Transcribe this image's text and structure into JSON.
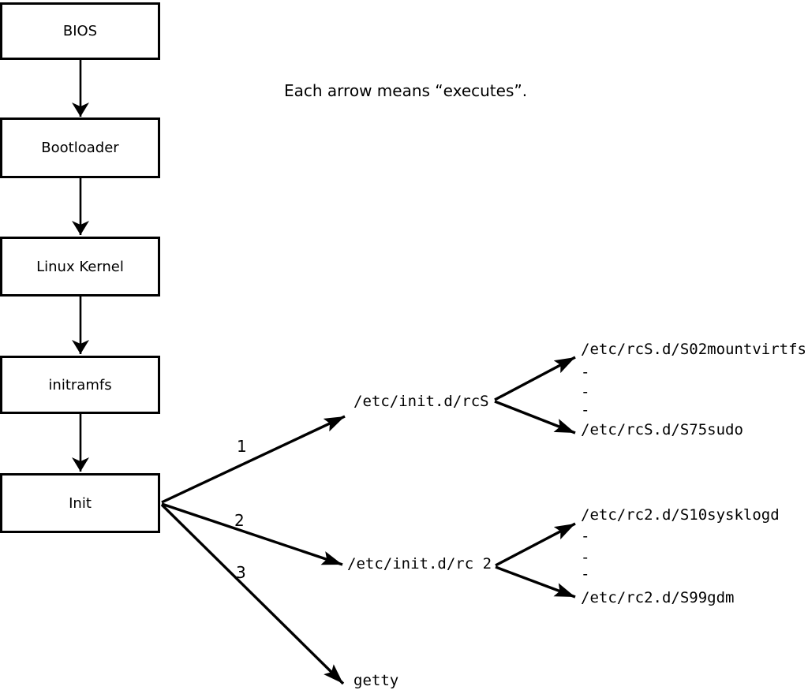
{
  "note": {
    "text": "Each arrow means “executes”."
  },
  "boot_chain": {
    "boxes": [
      {
        "label": "BIOS"
      },
      {
        "label": "Bootloader"
      },
      {
        "label": "Linux Kernel"
      },
      {
        "label": "initramfs"
      },
      {
        "label": "Init"
      }
    ]
  },
  "init_spawns": {
    "arrow_labels": [
      "1",
      "2",
      "3"
    ],
    "targets": [
      "/etc/init.d/rcS",
      "/etc/init.d/rc 2",
      "getty"
    ]
  },
  "rcS_scripts": {
    "items": [
      "/etc/rcS.d/S02mountvirtfs",
      "-",
      "-",
      "-",
      "/etc/rcS.d/S75sudo"
    ]
  },
  "rc2_scripts": {
    "items": [
      "/etc/rc2.d/S10sysklogd",
      "-",
      "-",
      "-",
      "/etc/rc2.d/S99gdm"
    ]
  },
  "colors": {
    "background": "#ffffff",
    "line": "#000000"
  }
}
